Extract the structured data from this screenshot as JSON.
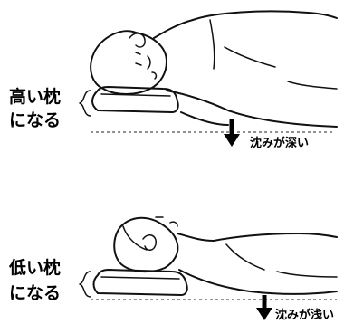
{
  "top_panel": {
    "label_line1": "高い枕",
    "label_line2": "になる",
    "sink_label": "沈みが深い"
  },
  "bottom_panel": {
    "label_line1": "低い枕",
    "label_line2": "になる",
    "sink_label": "沈みが浅い"
  }
}
